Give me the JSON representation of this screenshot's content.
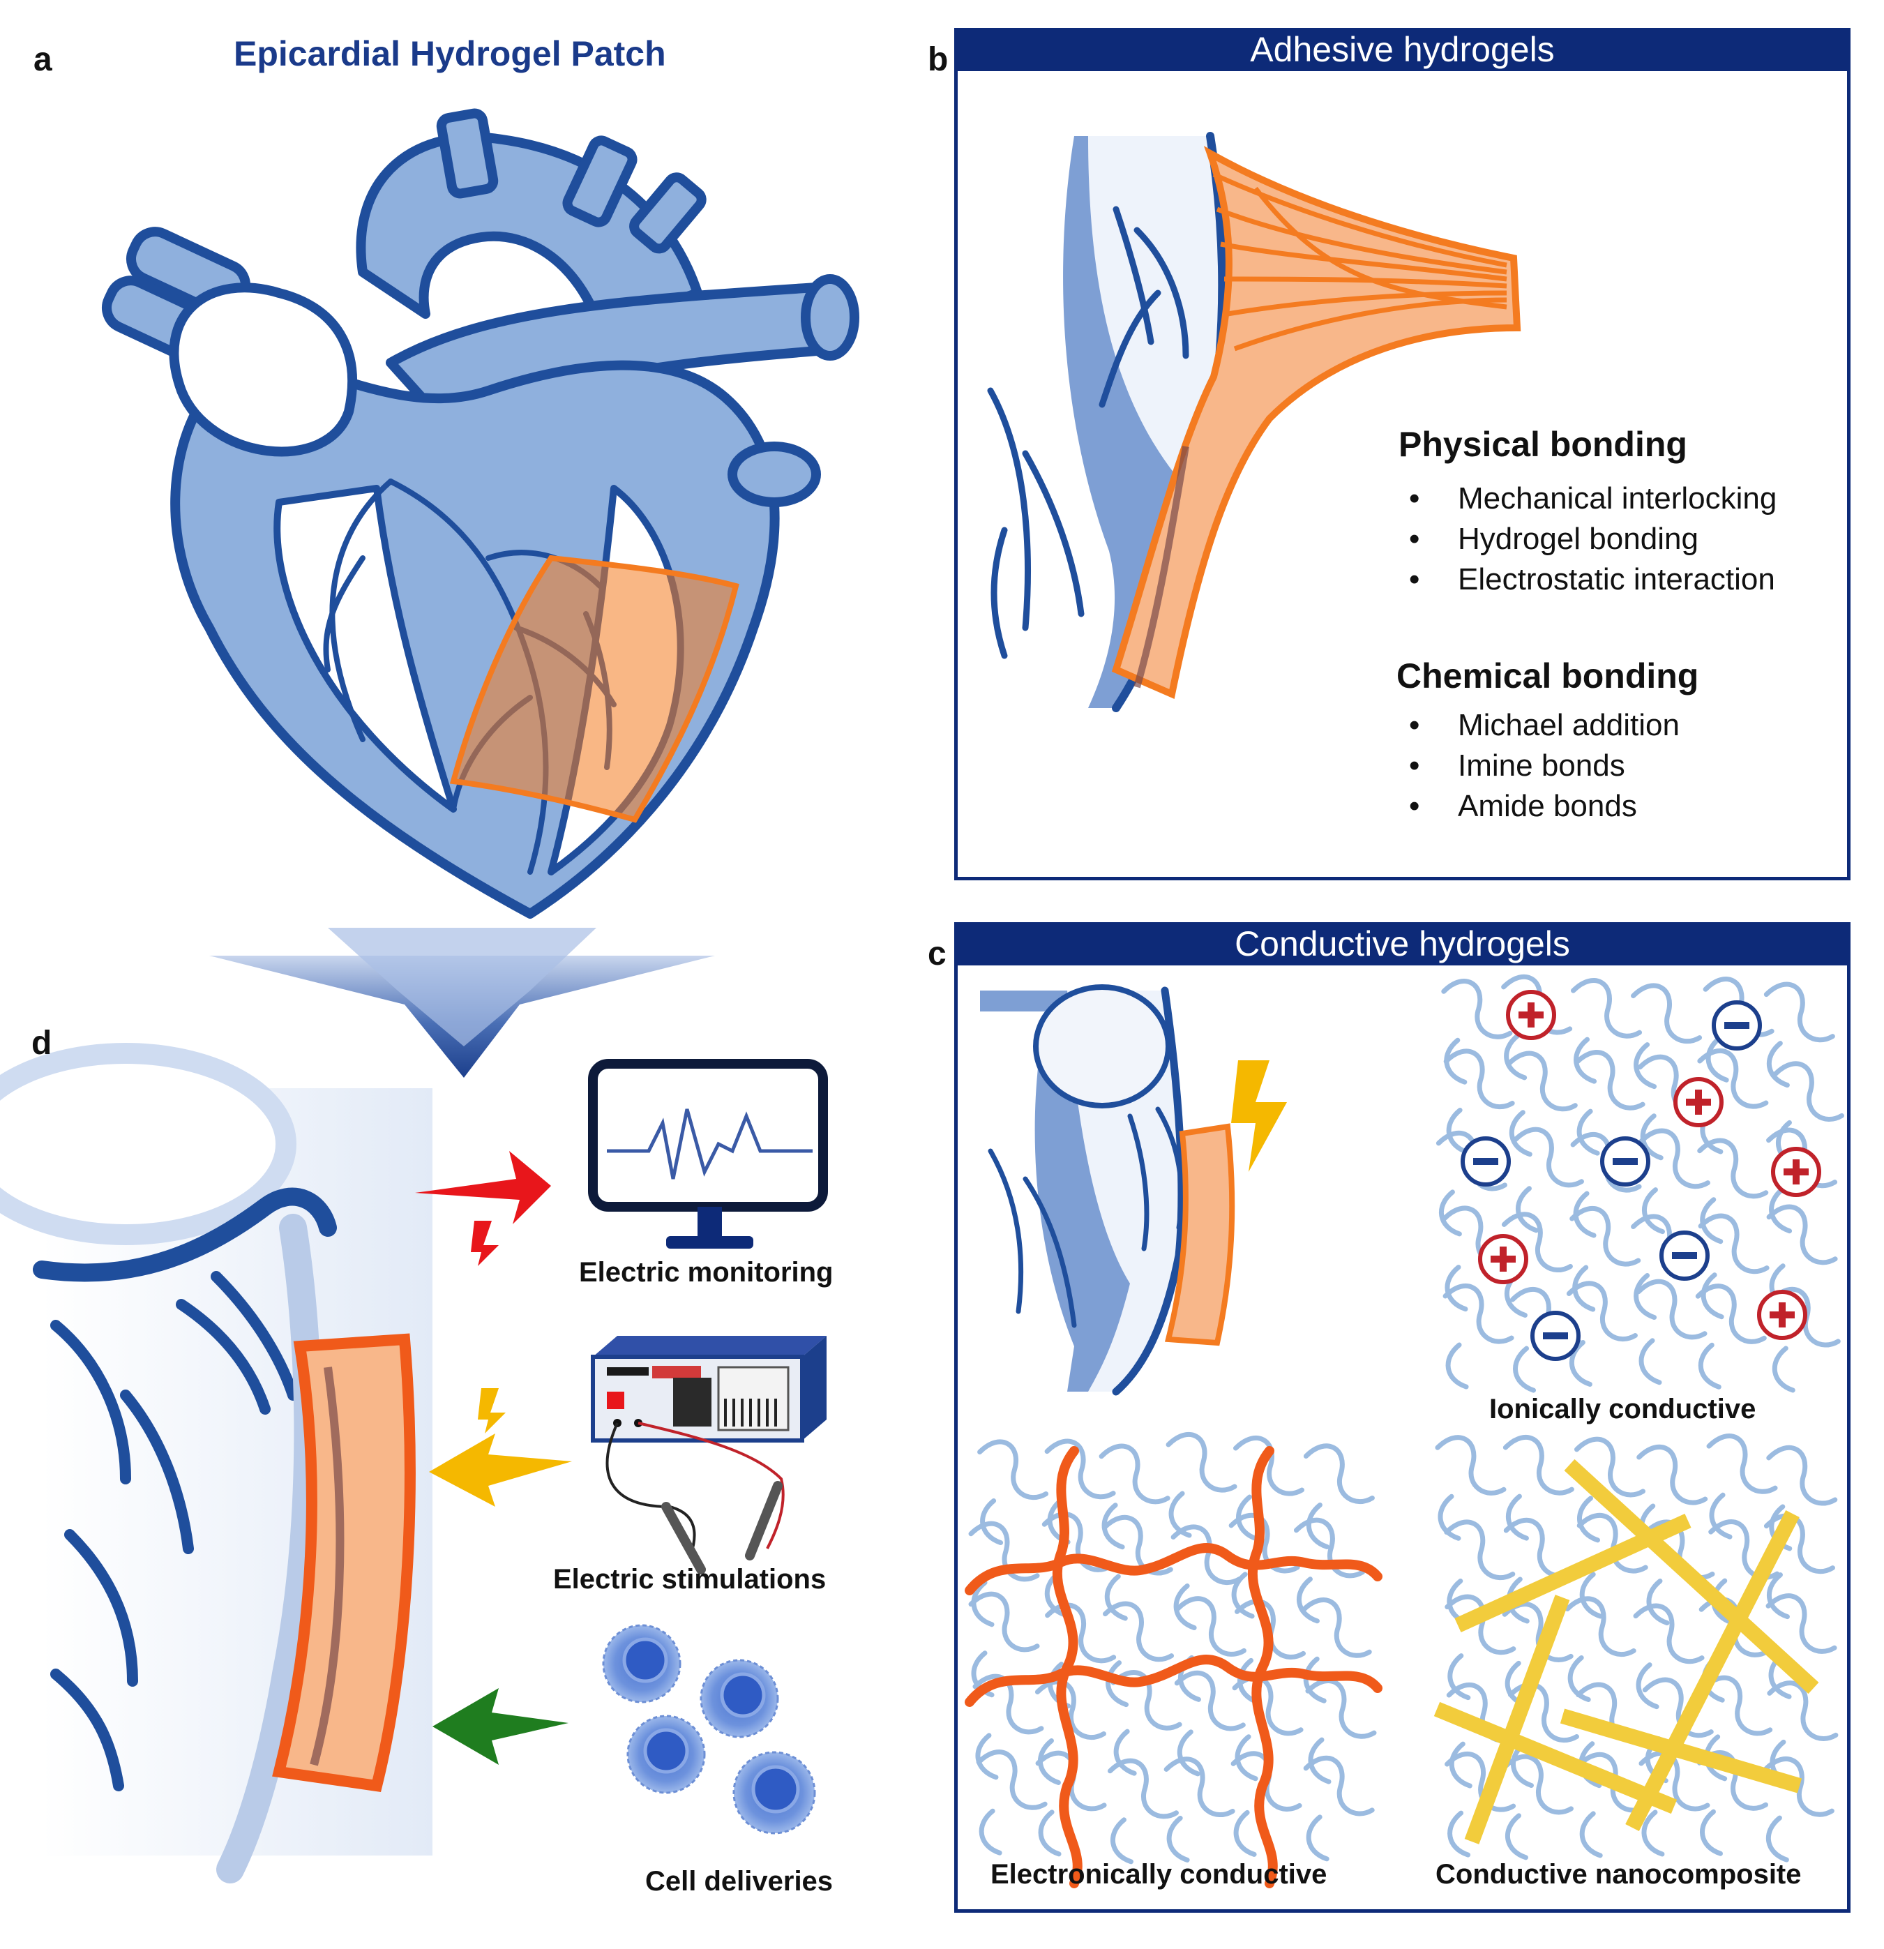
{
  "panel_a": {
    "letter": "a",
    "title": "Epicardial Hydrogel Patch"
  },
  "panel_b": {
    "letter": "b",
    "title": "Adhesive hydrogels",
    "physical": {
      "heading": "Physical bonding",
      "items": [
        "Mechanical interlocking",
        "Hydrogel bonding",
        "Electrostatic interaction"
      ]
    },
    "chemical": {
      "heading": "Chemical bonding",
      "items": [
        "Michael addition",
        "Imine bonds",
        "Amide bonds"
      ]
    }
  },
  "panel_c": {
    "letter": "c",
    "title": "Conductive hydrogels",
    "ionic_caption": "Ionically  conductive",
    "electronic_caption": "Electronically  conductive",
    "nano_caption": "Conductive  nanocomposite"
  },
  "panel_d": {
    "letter": "d",
    "monitoring_caption": "Electric monitoring",
    "stimulation_caption": "Electric stimulations",
    "cells_caption": "Cell deliveries"
  },
  "colors": {
    "navy": "#0d2a78",
    "heart_blue": "#1f4e9c",
    "heart_light": "#8fb0dd",
    "patch_orange": "#f47b20",
    "patch_fill": "#f8b78a",
    "ion_red": "#c0222a",
    "ion_blue": "#1c3f8c",
    "fiber_blue": "#9bbbe0",
    "arrow_red": "#e8161b",
    "arrow_yellow": "#f5b800",
    "arrow_green": "#1f7d1f",
    "nanowire": "#f2cc3c"
  }
}
